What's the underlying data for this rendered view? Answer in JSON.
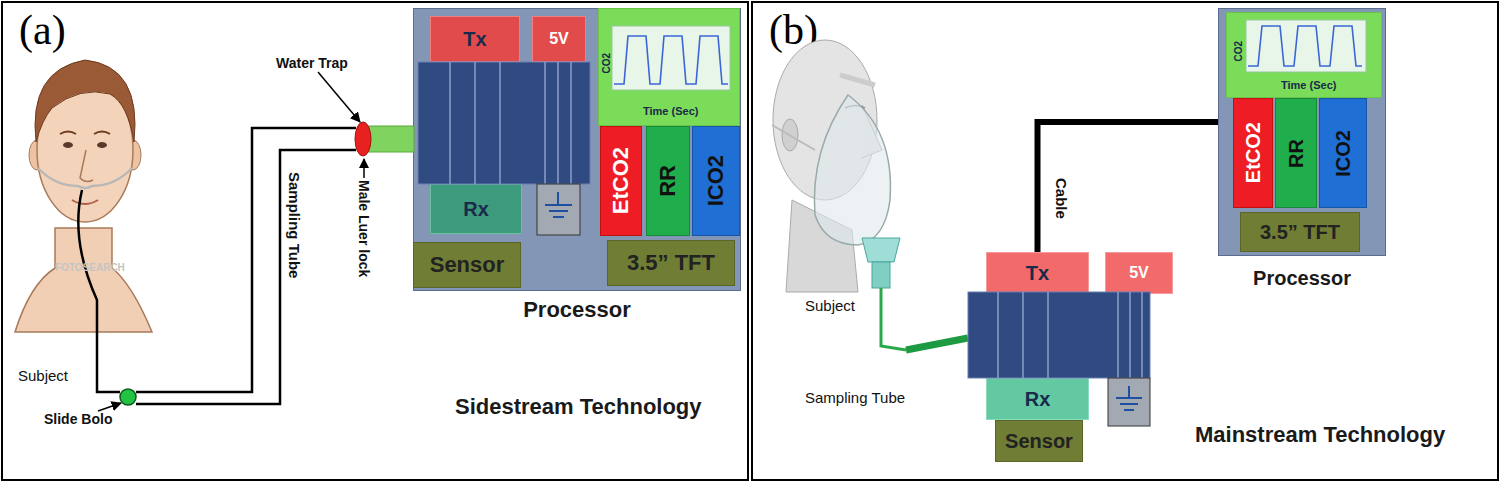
{
  "diagram": {
    "nodes": [
      {
        "text": [
          "(a)",
          "Sidestream Technology"
        ]
      },
      {
        "text": [
          "Processor"
        ],
        "in": 0
      },
      {
        "text": [
          "Tx"
        ],
        "in": 1
      },
      {
        "text": [
          "5V"
        ],
        "in": 1
      },
      {
        "text": [
          "CO2",
          "Time (Sec)"
        ],
        "in": 1
      },
      {
        "text": [
          "EtCO2"
        ],
        "in": 1
      },
      {
        "text": [
          "RR"
        ],
        "in": 1
      },
      {
        "text": [
          "ICO2"
        ],
        "in": 1
      },
      {
        "text": [
          "Rx"
        ],
        "in": 1
      },
      {
        "text": [
          "Sensor"
        ],
        "in": 1
      },
      {
        "text": [
          "3.5” TFT"
        ],
        "in": 1
      },
      {
        "text": [
          "(b)",
          "Mainstream Technology"
        ]
      },
      {
        "text": [
          "Processor"
        ],
        "in": 11
      },
      {
        "text": [
          "CO2",
          "Time (Sec)"
        ],
        "in": 12
      },
      {
        "text": [
          "EtCO2"
        ],
        "in": 12
      },
      {
        "text": [
          "RR"
        ],
        "in": 12
      },
      {
        "text": [
          "ICO2"
        ],
        "in": 12
      },
      {
        "text": [
          "3.5” TFT"
        ],
        "in": 12
      },
      {
        "text": [
          "Tx"
        ],
        "in": 11
      },
      {
        "text": [
          "5V"
        ],
        "in": 11
      },
      {
        "text": [
          "Rx"
        ],
        "in": 11
      },
      {
        "text": [
          "Sensor"
        ],
        "in": 11
      }
    ],
    "edges": [
      {
        "from": 18,
        "to": 12,
        "arrow": "none",
        "label": "Cable"
      }
    ],
    "labels": [
      "Water Trap",
      "Male Luer lock",
      "Sampling Tube",
      "Subject",
      "Slide Bolo",
      "FOTOSEARCH",
      "Subject",
      "Sampling Tube"
    ]
  }
}
